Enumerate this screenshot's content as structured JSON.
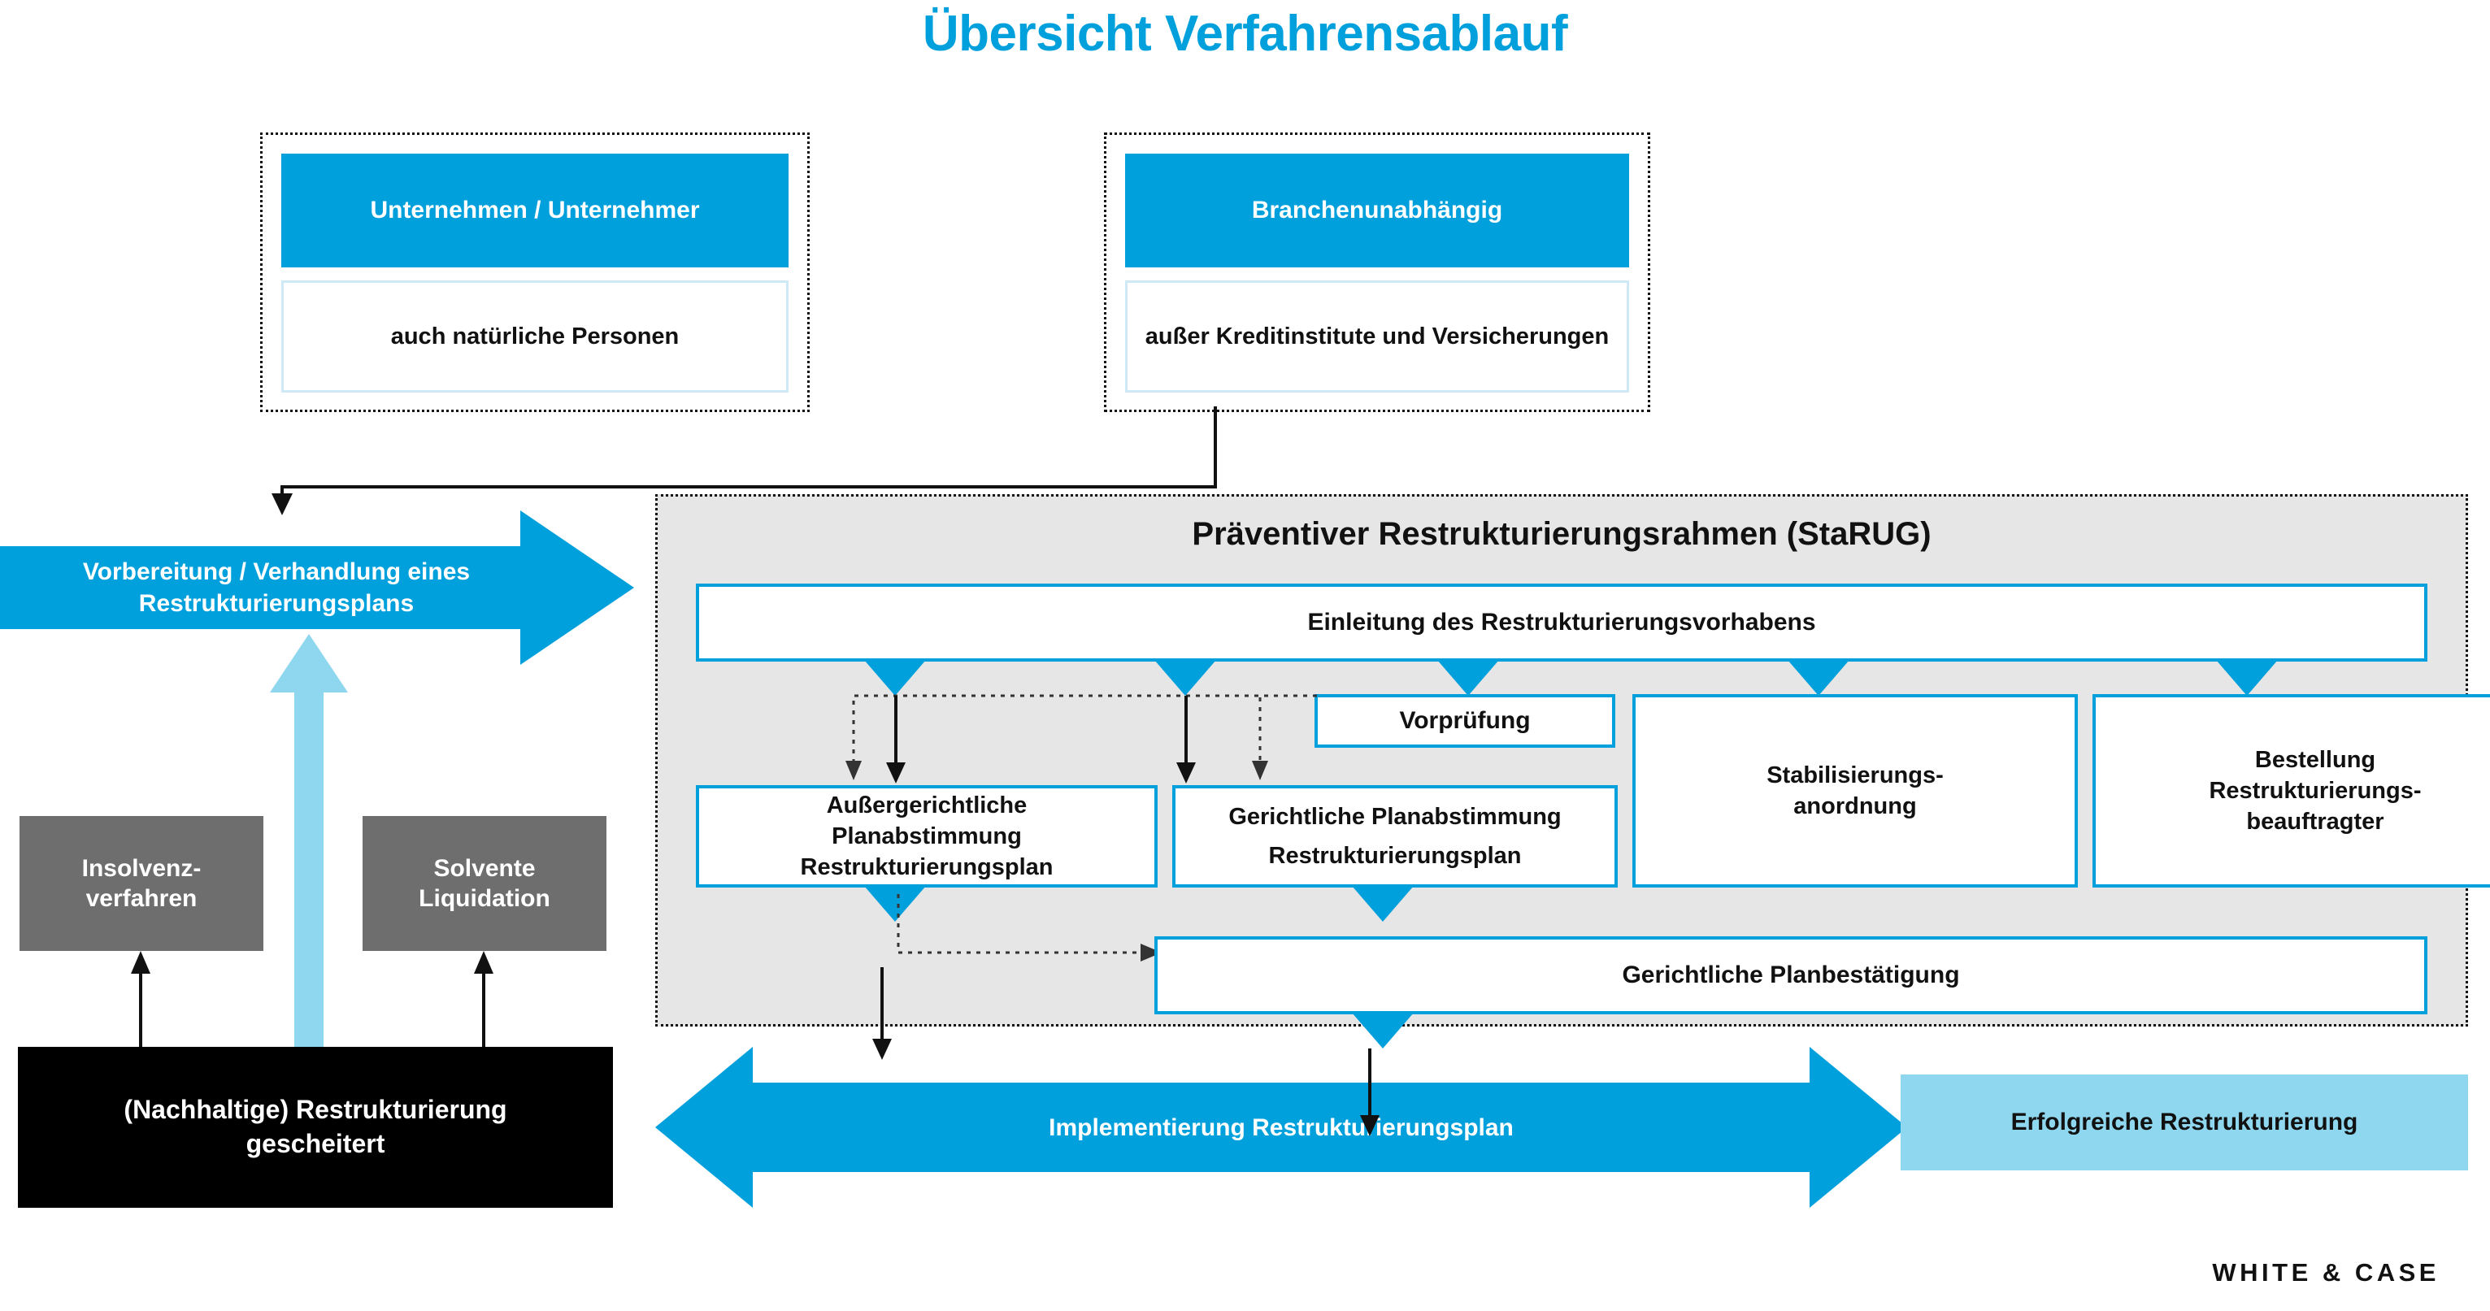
{
  "title": "Übersicht Verfahrensablauf",
  "top_groups": [
    {
      "header": "Unternehmen / Unternehmer",
      "detail": "auch natürliche Personen"
    },
    {
      "header": "Branchenunabhängig",
      "detail": "außer Kreditinstitute und Versicherungen"
    }
  ],
  "left_arrow": {
    "label_line1": "Vorbereitung / Verhandlung eines",
    "label_line2": "Restrukturierungsplans"
  },
  "starug": {
    "title": "Präventiver Restrukturierungsrahmen (StaRUG)",
    "entry": "Einleitung des Restrukturierungsvorhabens",
    "pre_check": "Vorprüfung",
    "steps": [
      {
        "line1": "Außergerichtliche",
        "line2": "Planabstimmung",
        "line3": "Restrukturierungsplan"
      },
      {
        "line1": "Gerichtliche Planabstimmung",
        "line2": "Restrukturierungsplan",
        "line3": ""
      },
      {
        "line1": "Stabilisierungs-",
        "line2": "anordnung",
        "line3": ""
      },
      {
        "line1": "Bestellung",
        "line2": "Restrukturierungs-",
        "line3": "beauftragter"
      }
    ],
    "confirmation": "Gerichtliche Planbestätigung"
  },
  "outcomes": {
    "insolvency": {
      "line1": "Insolvenz-",
      "line2": "verfahren"
    },
    "liquidation": {
      "line1": "Solvente",
      "line2": "Liquidation"
    },
    "failed": {
      "line1": "(Nachhaltige) Restrukturierung",
      "line2": "gescheitert"
    },
    "implementation": "Implementierung Restrukturierungsplan",
    "success": "Erfolgreiche Restrukturierung"
  },
  "footer": {
    "logo": "WHITE & CASE"
  },
  "colors": {
    "brand_blue": "#00A0DC",
    "pale_blue": "#8FD6EF",
    "border_pale_blue": "#CFE9F7",
    "panel_grey": "#E6E6E6",
    "box_grey": "#6E6E6E",
    "black": "#000000"
  }
}
